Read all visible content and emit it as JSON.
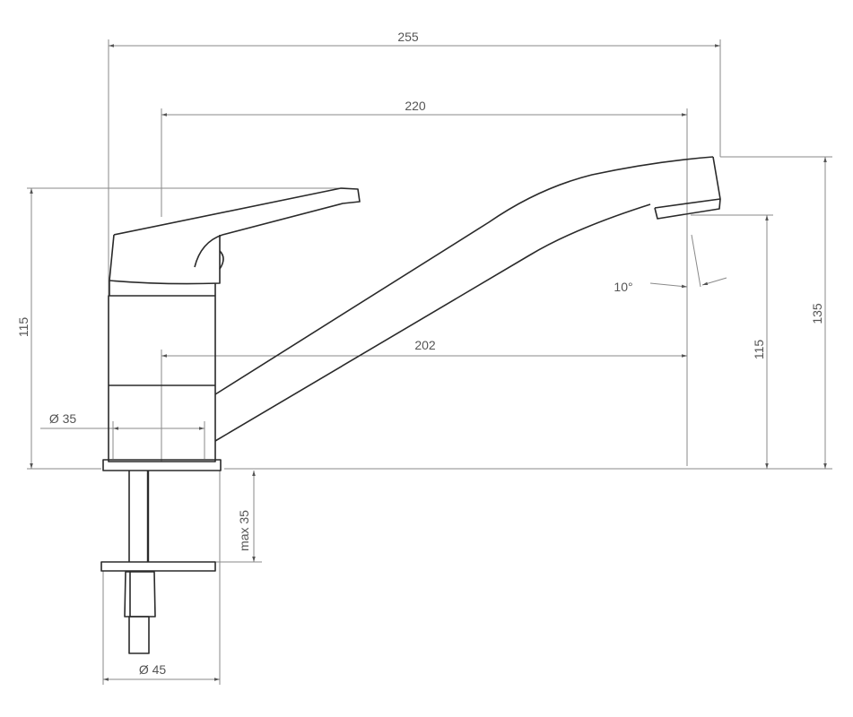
{
  "title": "Kitchen faucet dimension drawing",
  "dimensions": {
    "overall_length": "255",
    "spout_reach_top": "220",
    "spout_reach": "202",
    "handle_height": "115",
    "overall_height": "135",
    "spout_height": "115",
    "body_diameter": "Ø 35",
    "base_diameter": "Ø 45",
    "max_counter_thickness": "max 35",
    "spray_angle": "10°"
  },
  "colors": {
    "line": "#2a2a2a",
    "dimension": "#8a8a8a"
  }
}
